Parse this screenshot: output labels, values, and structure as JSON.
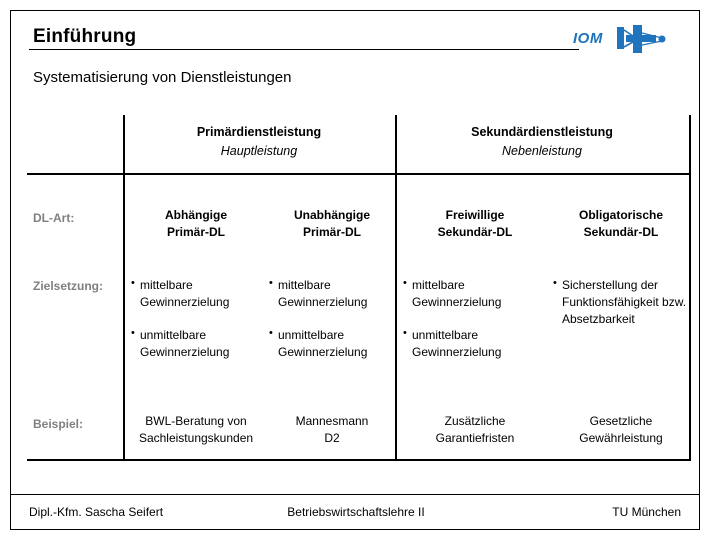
{
  "header": {
    "title": "Einführung",
    "subtitle": "Systematisierung von Dienstleistungen",
    "logo_text": "IOM",
    "logo_color": "#1f74bd"
  },
  "table": {
    "groups": [
      {
        "name": "Primärdienstleistung",
        "alt_name": "Hauptleistung"
      },
      {
        "name": "Sekundärdienstleistung",
        "alt_name": "Nebenleistung"
      }
    ],
    "row_labels": {
      "art": "DL-Art:",
      "ziel": "Zielsetzung:",
      "beispiel": "Beispiel:"
    },
    "label_color": "#808080",
    "columns": [
      {
        "art_line1": "Abhängige",
        "art_line2": "Primär-DL",
        "ziel": [
          "mittelbare Gewinnerzielung",
          "unmittelbare Gewinnerzielung"
        ],
        "beispiel_line1": "BWL-Beratung von",
        "beispiel_line2": "Sachleistungskunden"
      },
      {
        "art_line1": "Unabhängige",
        "art_line2": "Primär-DL",
        "ziel": [
          "mittelbare Gewinnerzielung",
          "unmittelbare Gewinnerzielung"
        ],
        "beispiel_line1": "Mannesmann",
        "beispiel_line2": "D2"
      },
      {
        "art_line1": "Freiwillige",
        "art_line2": "Sekundär-DL",
        "ziel": [
          "mittelbare Gewinnerzielung",
          "unmittelbare Gewinnerzielung"
        ],
        "beispiel_line1": "Zusätzliche",
        "beispiel_line2": "Garantiefristen"
      },
      {
        "art_line1": "Obligatorische",
        "art_line2": "Sekundär-DL",
        "ziel": [
          "Sicherstellung der Funktionsfähigkeit bzw. Absetzbarkeit"
        ],
        "beispiel_line1": "Gesetzliche",
        "beispiel_line2": "Gewährleistung"
      }
    ]
  },
  "footer": {
    "author": "Dipl.-Kfm. Sascha Seifert",
    "course": "Betriebswirtschaftslehre II",
    "institution": "TU München"
  }
}
